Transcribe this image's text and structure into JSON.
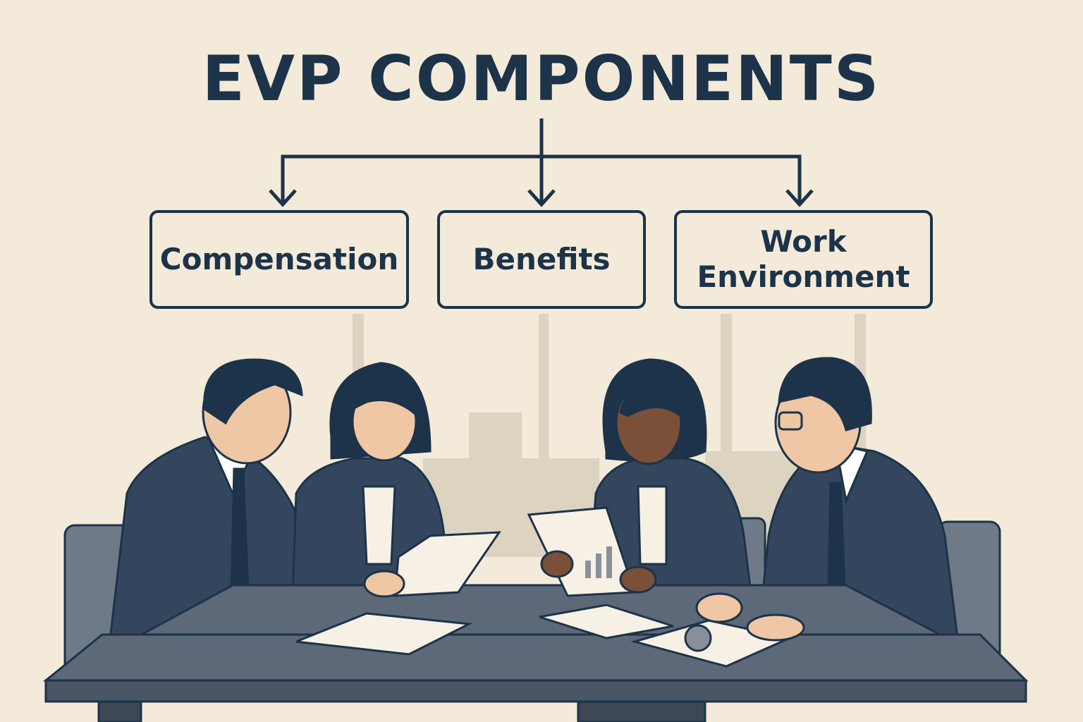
{
  "title": "EVP COMPONENTS",
  "components": [
    {
      "label": "Compensation"
    },
    {
      "label": "Benefits"
    },
    {
      "label": "Work Environment",
      "line1": "Work",
      "line2": "Environment"
    }
  ],
  "colors": {
    "background": "#f3ead9",
    "ink": "#1c3349",
    "suit": "#34465e",
    "table": "#5d6878",
    "chair": "#6f7a88"
  }
}
